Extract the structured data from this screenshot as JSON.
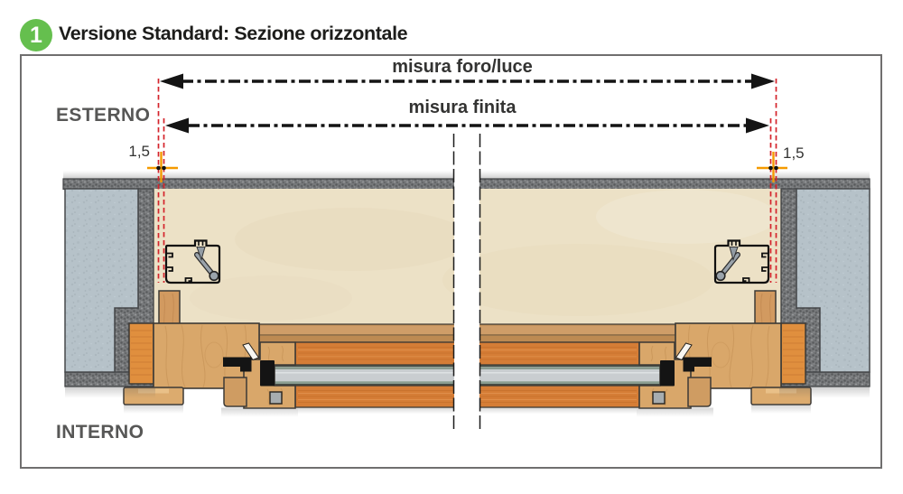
{
  "header": {
    "badge": "1",
    "title": "Versione Standard: Sezione orizzontale"
  },
  "panel": {
    "labels": {
      "exterior": "ESTERNO",
      "interior": "INTERNO",
      "offset_left": "1,5",
      "offset_right": "1,5"
    },
    "dimensions": {
      "hole_width_label": "misura foro/luce",
      "finished_width_label": "misura finita"
    }
  },
  "colors": {
    "badge_green": "#65bf4e",
    "title_text": "#1d1d1b",
    "label_text": "#575756",
    "dim_text": "#333332",
    "box_border": "#706f6f",
    "dim_line": "#141414",
    "red_guide": "#d4232b",
    "orange_marker": "#f59a00",
    "wall_beige": "#ece1c6",
    "concrete": "#b6c2c9",
    "mortar_dark": "#77797b",
    "wood_light": "#d9a76a",
    "wood_orange": "#e08f3e",
    "wood_tan": "#d29a60",
    "band_tan": "#bd8a52",
    "band_orange": "#d57d36",
    "glass_light": "#c9cdd0",
    "glass_green": "#8a9c90",
    "glass_dark": "#474d45",
    "seal_black": "#141414",
    "hardware_gray": "#9aa3ab"
  }
}
